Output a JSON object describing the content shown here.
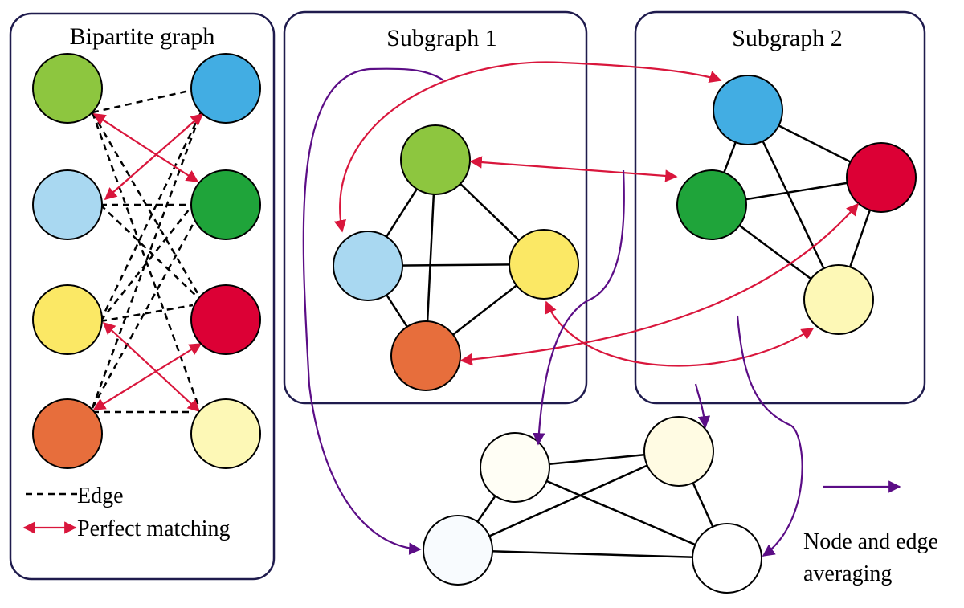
{
  "colors": {
    "lime": "#8dc63f",
    "blue": "#42ade3",
    "lightblue": "#a9d8f1",
    "green": "#1fa43a",
    "yellow": "#fbe865",
    "red": "#dc0035",
    "orange": "#e76e3c",
    "paleyellow": "#fdf8b6",
    "match": "#d9163c",
    "averaging": "#5b0d86",
    "panel_border": "#1f1b4d"
  },
  "panels": {
    "bipartite": {
      "title": "Bipartite graph"
    },
    "subgraph1": {
      "title": "Subgraph 1"
    },
    "subgraph2": {
      "title": "Subgraph 2"
    }
  },
  "legend": {
    "edge": "Edge",
    "matching": "Perfect matching",
    "averaging_line1": "Node and edge",
    "averaging_line2": "averaging"
  }
}
